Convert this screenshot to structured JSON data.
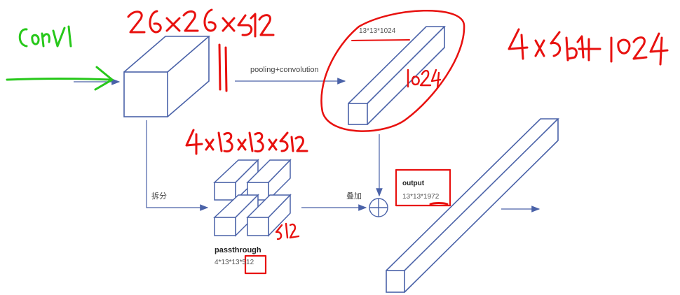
{
  "labels": {
    "pooling_conv": "pooling+convolution",
    "top_dims": "13*13*1024",
    "split": "拆分",
    "add": "叠加",
    "passthrough_title": "passthrough",
    "passthrough_dims": "4*13*13*512",
    "output_title": "output",
    "output_dims": "13*13*1972"
  },
  "handwriting": {
    "input_dims": "26x26x512",
    "conv": "conv",
    "formula": "4x512+1024",
    "passthrough_dims": "4x13x13x512",
    "depth_top": "1024",
    "depth_block": "512"
  },
  "colors": {
    "diagram_line": "#4a62a8",
    "annotation_red": "#e8110f",
    "annotation_green": "#27c81a",
    "text": "#444444"
  }
}
